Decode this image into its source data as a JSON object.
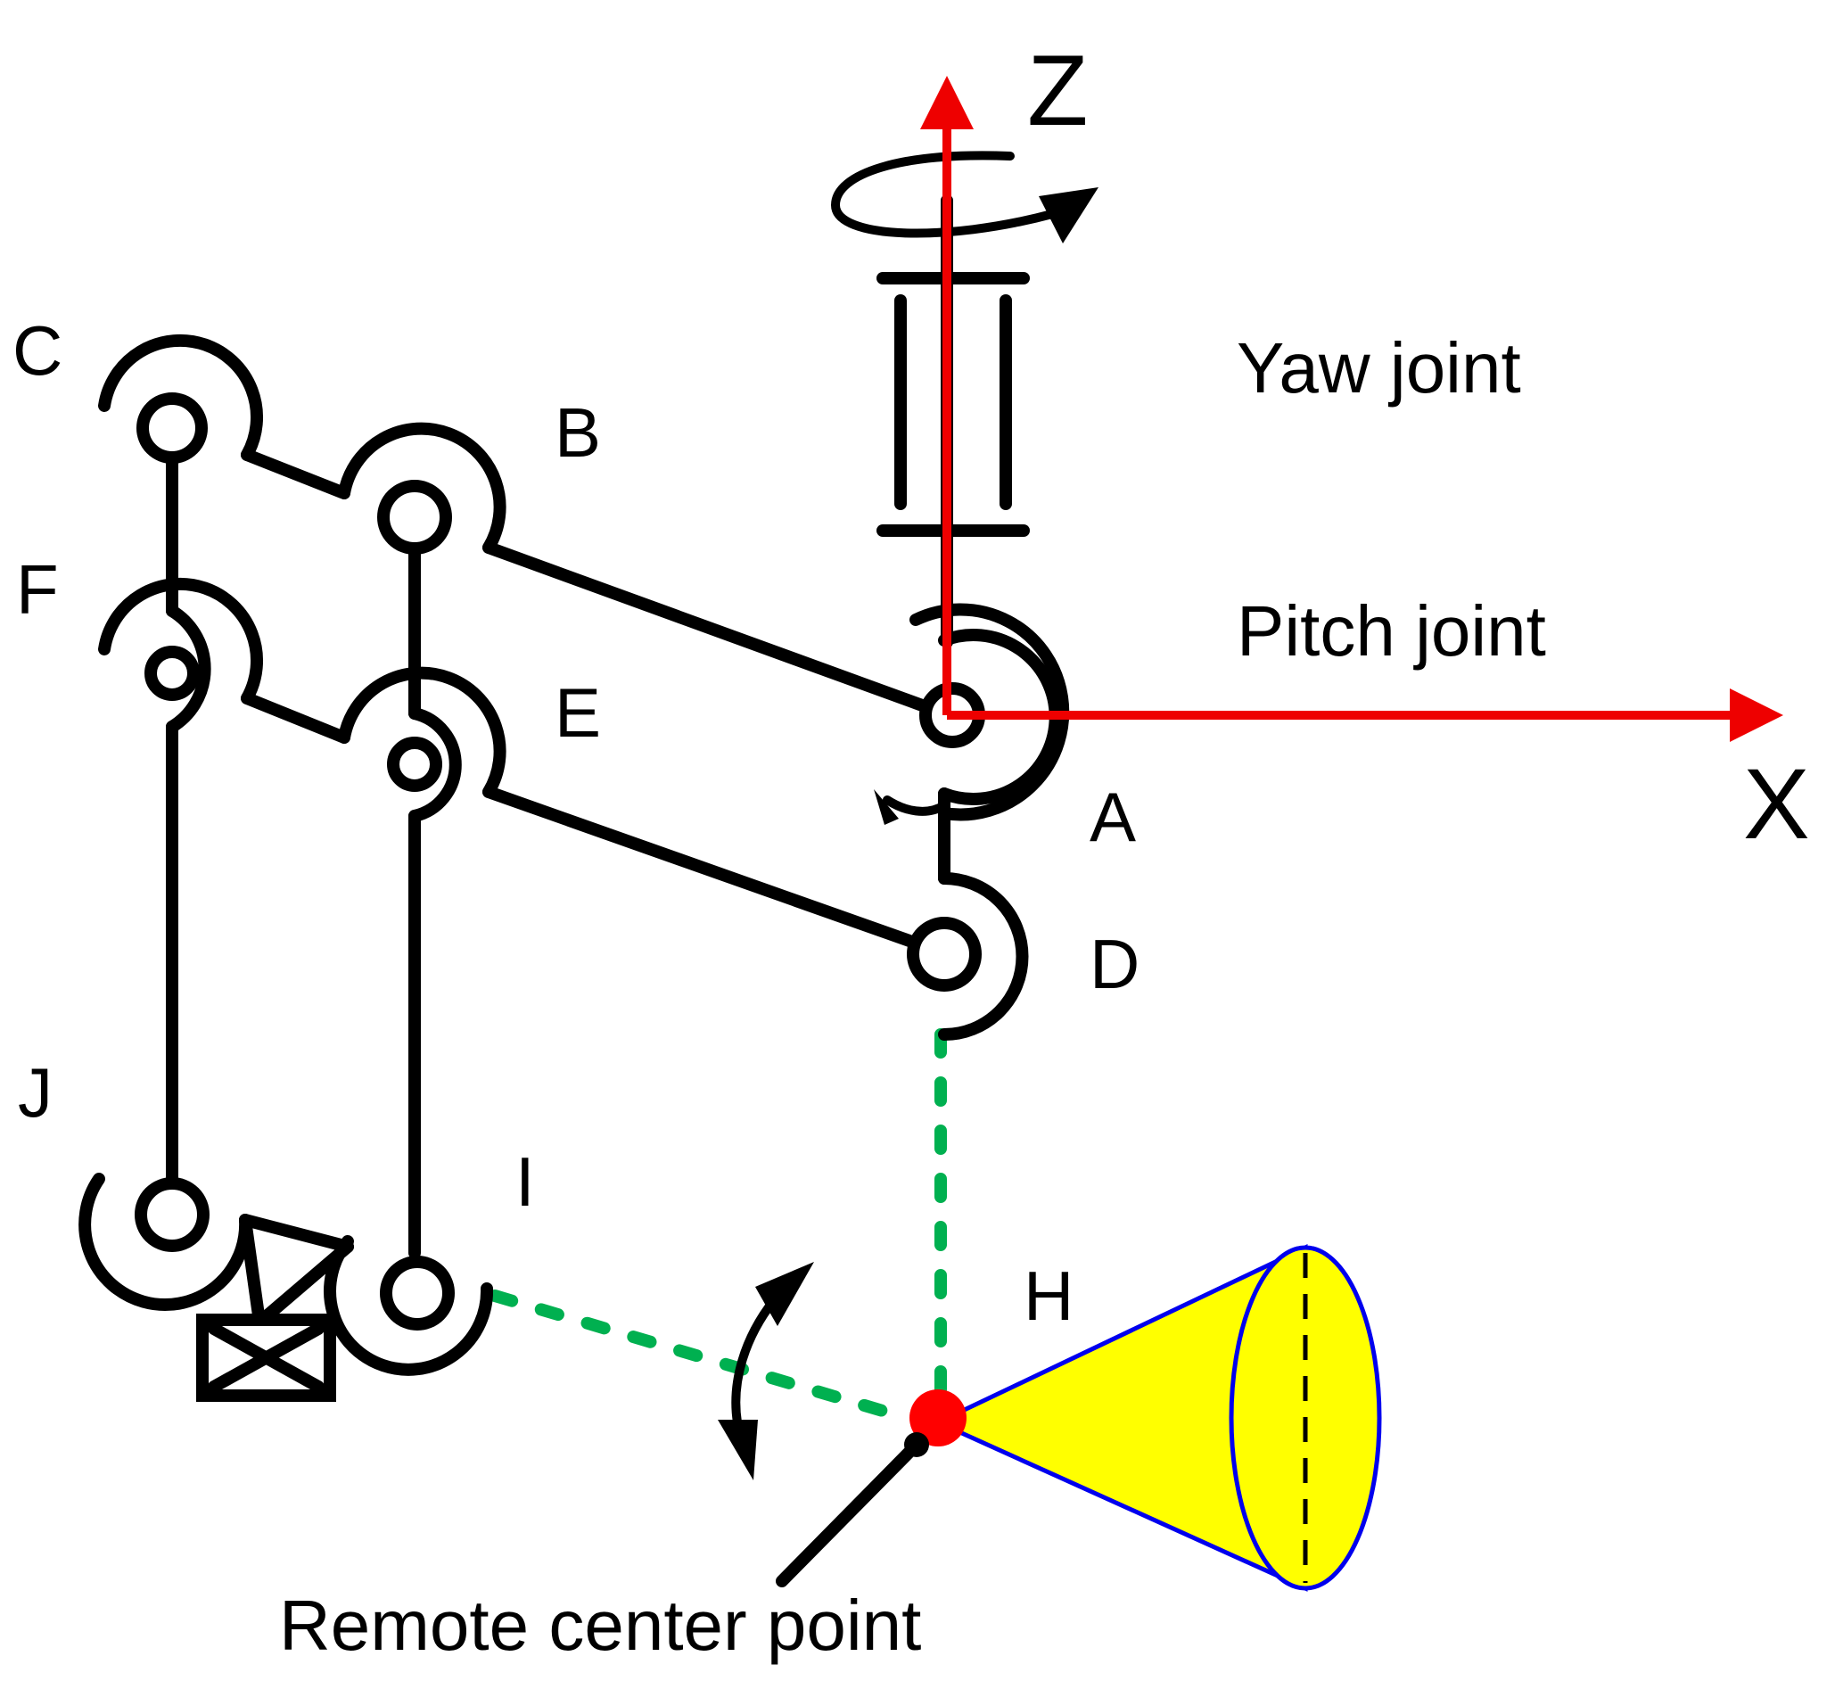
{
  "labels": {
    "joint_c": "C",
    "joint_b": "B",
    "joint_f": "F",
    "joint_e": "E",
    "joint_a": "A",
    "joint_d": "D",
    "joint_j": "J",
    "joint_i": "I",
    "joint_h": "H",
    "yaw_joint": "Yaw joint",
    "pitch_joint": "Pitch joint",
    "remote_center": "Remote center point",
    "axis_z": "Z",
    "axis_x": "X"
  },
  "colors": {
    "axis": "#ee0000",
    "links": "#000000",
    "projection_lines": "#00b050",
    "remote_center_point": "#ff0000",
    "cone_fill": "#ffff00",
    "cone_outline": "#0000ee"
  }
}
